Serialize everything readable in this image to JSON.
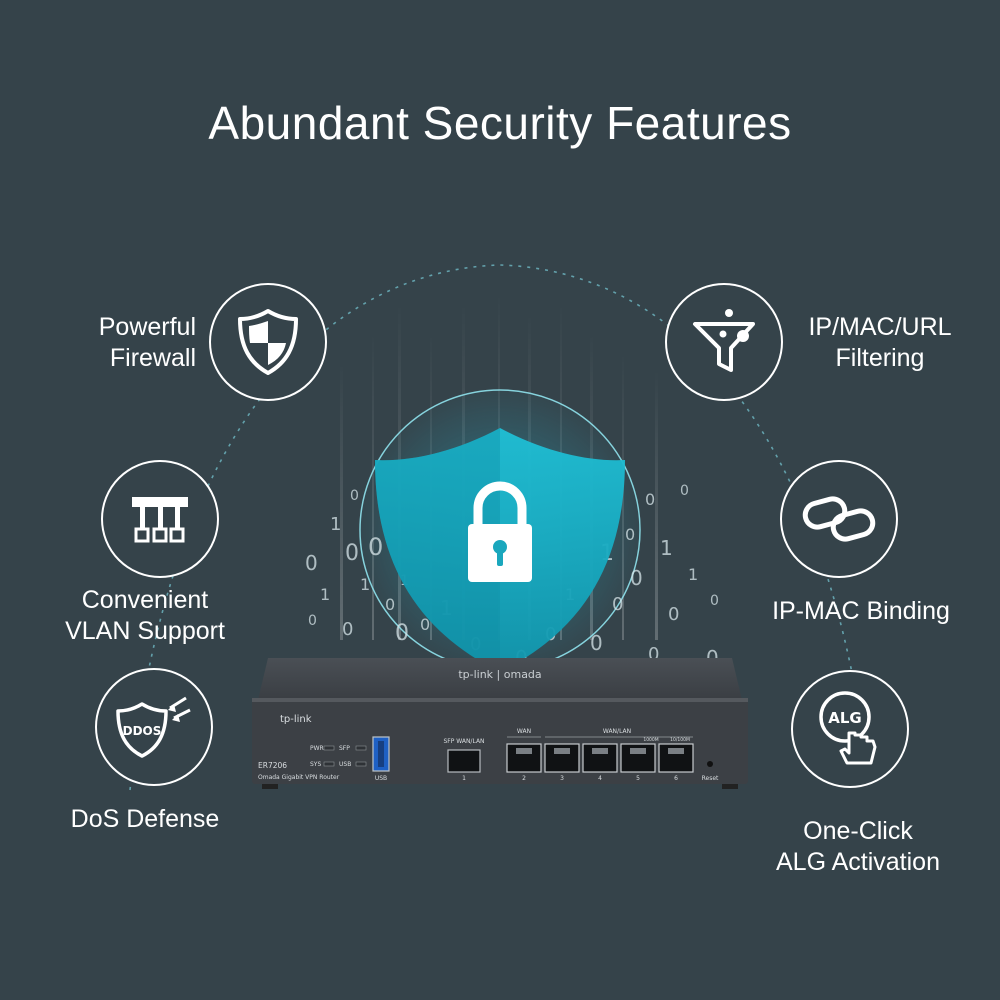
{
  "title": "Abundant Security Features",
  "features": {
    "firewall": {
      "line1": "Powerful",
      "line2": "Firewall",
      "icon": "shield-icon"
    },
    "filtering": {
      "line1": "IP/MAC/URL",
      "line2": "Filtering",
      "icon": "filter-icon"
    },
    "vlan": {
      "line1": "Convenient",
      "line2": "VLAN Support",
      "icon": "vlan-network-icon"
    },
    "binding": {
      "line1": "IP-MAC Binding",
      "icon": "chain-link-icon"
    },
    "dos": {
      "line1": "DoS Defense",
      "icon": "ddos-shield-icon",
      "badge": "DDOS"
    },
    "alg": {
      "line1": "One-Click",
      "line2": "ALG Activation",
      "icon": "alg-click-icon",
      "badge": "ALG"
    }
  },
  "router": {
    "brand_top": "tp-link | omada",
    "brand_front": "tp-link",
    "model": "ER7206",
    "subtitle": "Omada Gigabit VPN Router",
    "leds": {
      "pwr": "PWR",
      "sys": "SYS",
      "sfp": "SFP",
      "usb": "USB"
    },
    "usb_label": "USB",
    "sfp_label": "SFP WAN/LAN",
    "sfp_num": "1",
    "wan_label": "WAN",
    "wanlan_label": "WAN/LAN",
    "speed1": "1000M",
    "speed2": "10/100M",
    "ports": [
      "2",
      "3",
      "4",
      "5",
      "6"
    ],
    "reset": "Reset"
  },
  "colors": {
    "background": "#35434a",
    "shield": "#1ab3c9",
    "router_body": "#3b3f44"
  }
}
